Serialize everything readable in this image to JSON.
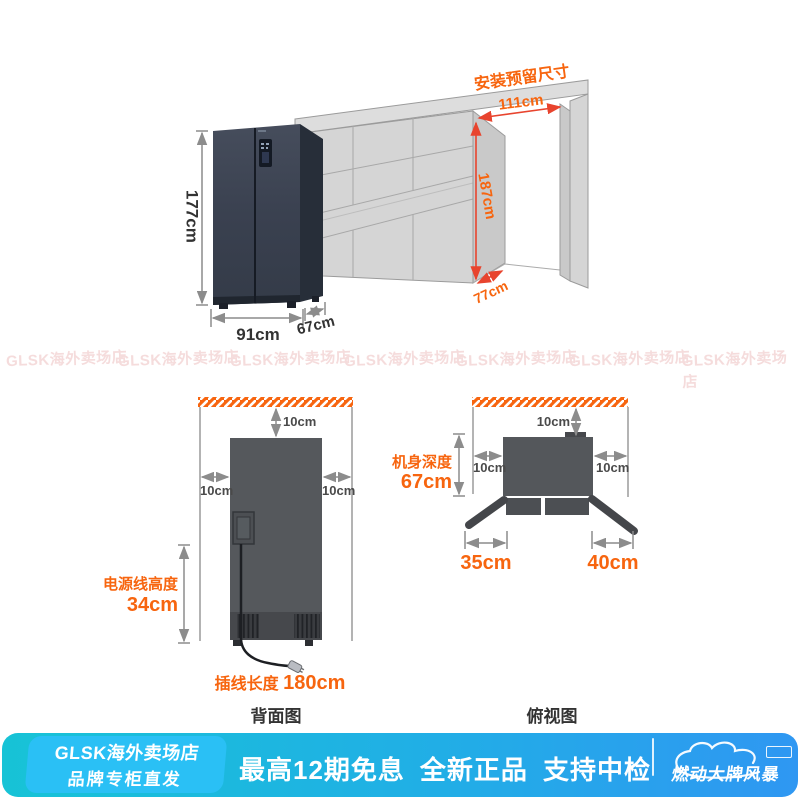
{
  "colors": {
    "accent_orange": "#f7650f",
    "dimension_red": "#e8442e",
    "line_gray": "#9a9a9a",
    "fridge_dark": "#3a4150",
    "cabinet_gray": "#d5d5d5",
    "footer_gradient_start": "#17c3d6",
    "footer_gradient_end": "#2f97f2",
    "chip_blue": "#2ac0f5",
    "watermark_pink": "#f5dcdc"
  },
  "top_illustration": {
    "callout": "安装预留尺寸",
    "fridge": {
      "height": "177cm",
      "width": "91cm",
      "depth": "67cm"
    },
    "niche": {
      "width": "111cm",
      "height": "187cm",
      "depth": "77cm"
    }
  },
  "back_view": {
    "title": "背面图",
    "clearance_top": "10cm",
    "clearance_left": "10cm",
    "clearance_right": "10cm",
    "cord_height_label": "电源线高度",
    "cord_height_value": "34cm",
    "cord_length_label": "插线长度",
    "cord_length_value": "180cm"
  },
  "top_view": {
    "title": "俯视图",
    "clearance_top": "10cm",
    "clearance_left": "10cm",
    "clearance_right": "10cm",
    "depth_label": "机身深度",
    "depth_value": "67cm",
    "door_swing_left": "35cm",
    "door_swing_right": "40cm"
  },
  "watermark": {
    "text": "GLSK海外卖场店"
  },
  "footer": {
    "store_line1": "GLSK海外卖场店",
    "store_line2": "品牌专柜直发",
    "promos": [
      "最高12期免息",
      "全新正品",
      "支持中检"
    ],
    "logo_text": "燃动大牌风暴"
  }
}
